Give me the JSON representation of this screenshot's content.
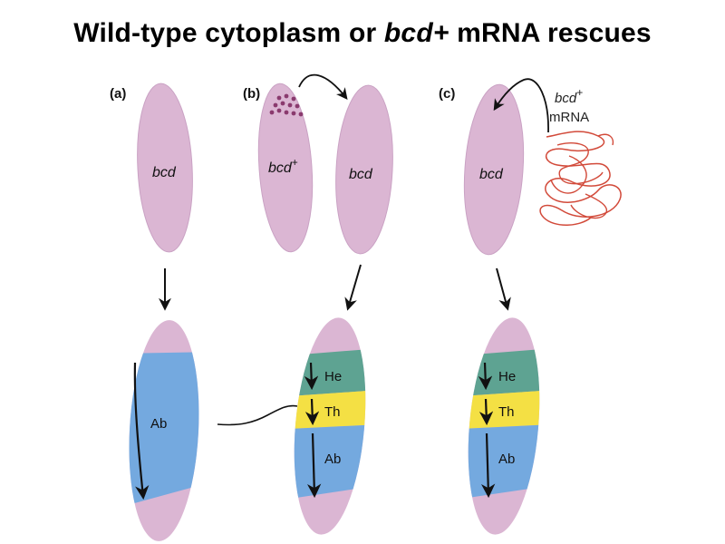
{
  "title": {
    "part1": "Wild-type cytoplasm or ",
    "part2": "bcd+",
    "part3": " mRNA rescues"
  },
  "panels": {
    "a": {
      "label": "(a)",
      "embryo": "bcd",
      "segment": "Ab"
    },
    "b": {
      "label": "(b)",
      "donor": "bcd",
      "donor_sup": "+",
      "recipient": "bcd",
      "segments": [
        "He",
        "Th",
        "Ab"
      ]
    },
    "c": {
      "label": "(c)",
      "embryo": "bcd",
      "mrna_top": "bcd",
      "mrna_sup": "+",
      "mrna_bottom": "mRNA",
      "segments": [
        "He",
        "Th",
        "Ab"
      ]
    }
  },
  "colors": {
    "embryo": "#dbb6d3",
    "embryo_edge": "#c9a0c2",
    "abdomen": "#74a9df",
    "thorax": "#f4e044",
    "head": "#5ea392",
    "cytoplasm_dots": "#8a3a6e",
    "mrna": "#d24a3a"
  }
}
